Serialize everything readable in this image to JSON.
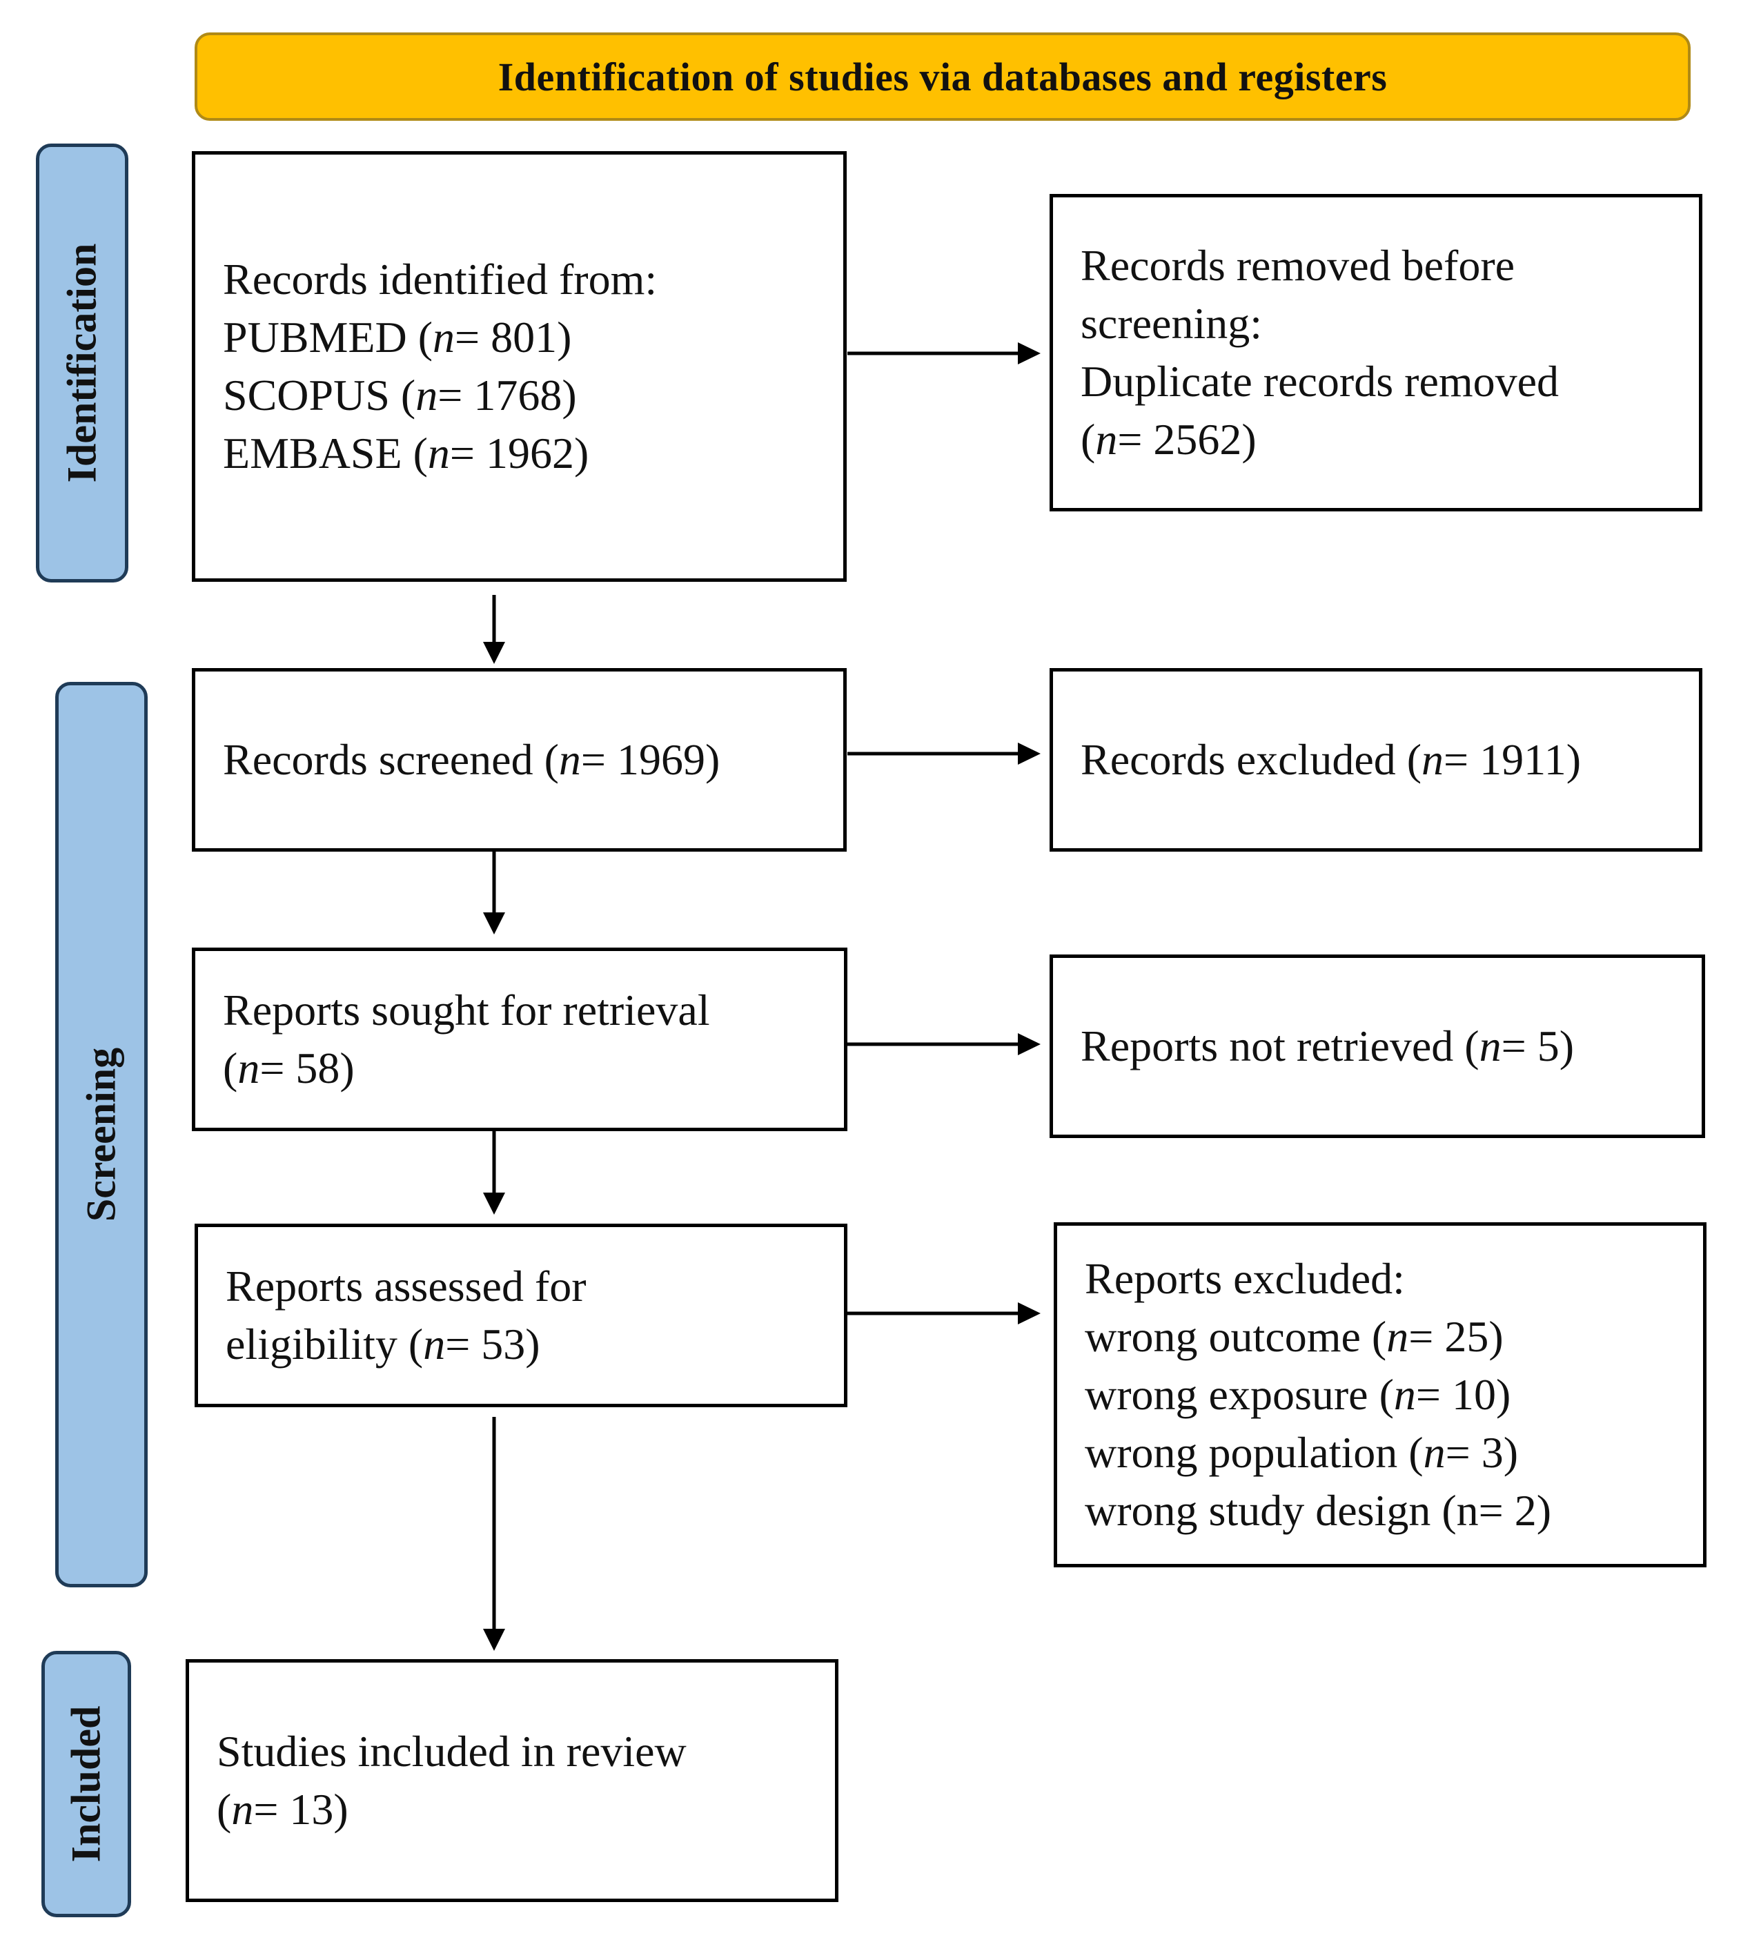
{
  "header": {
    "title": "Identification of studies via databases and registers"
  },
  "colors": {
    "header_fill": "#FFC000",
    "stage_fill": "#9DC3E6",
    "stage_border": "#1F3B57"
  },
  "stages": {
    "identification": "Identification",
    "screening": "Screening",
    "included": "Included"
  },
  "boxes": {
    "records_identified": {
      "lines": [
        {
          "pre": "Records identified from:",
          "n": "",
          "post": ""
        },
        {
          "pre": "PUBMED (",
          "n": "n",
          "post": "= 801)"
        },
        {
          "pre": "SCOPUS (",
          "n": "n",
          "post": "= 1768)"
        },
        {
          "pre": "EMBASE (",
          "n": "n",
          "post": "= 1962)"
        }
      ]
    },
    "records_removed": {
      "lines": [
        {
          "pre": "Records removed before",
          "n": "",
          "post": ""
        },
        {
          "pre": "screening:",
          "n": "",
          "post": ""
        },
        {
          "pre": "Duplicate records removed",
          "n": "",
          "post": ""
        },
        {
          "pre": "(",
          "n": "n",
          "post": "= 2562)"
        }
      ]
    },
    "records_screened": {
      "lines": [
        {
          "pre": "Records screened (",
          "n": "n",
          "post": "= 1969)"
        }
      ]
    },
    "records_excluded": {
      "lines": [
        {
          "pre": "Records excluded (",
          "n": "n",
          "post": "= 1911)"
        }
      ]
    },
    "reports_sought": {
      "lines": [
        {
          "pre": "Reports sought for retrieval",
          "n": "",
          "post": ""
        },
        {
          "pre": "(",
          "n": "n",
          "post": "= 58)"
        }
      ]
    },
    "reports_not_retrieved": {
      "lines": [
        {
          "pre": "Reports not retrieved (",
          "n": "n",
          "post": "= 5)"
        }
      ]
    },
    "reports_assessed": {
      "lines": [
        {
          "pre": "Reports assessed for",
          "n": "",
          "post": ""
        },
        {
          "pre": "eligibility (",
          "n": "n",
          "post": "= 53)"
        }
      ]
    },
    "reports_excluded": {
      "lines": [
        {
          "pre": "Reports excluded:",
          "n": "",
          "post": ""
        },
        {
          "pre": "wrong outcome (",
          "n": "n",
          "post": "= 25)"
        },
        {
          "pre": "wrong exposure (",
          "n": "n",
          "post": "= 10)"
        },
        {
          "pre": "wrong population (",
          "n": "n",
          "post": "= 3)"
        },
        {
          "pre": "wrong study design (n= 2)",
          "n": "",
          "post": ""
        }
      ]
    },
    "studies_included": {
      "lines": [
        {
          "pre": "Studies included in review",
          "n": "",
          "post": ""
        },
        {
          "pre": "(",
          "n": "n",
          "post": "= 13)"
        }
      ]
    }
  }
}
